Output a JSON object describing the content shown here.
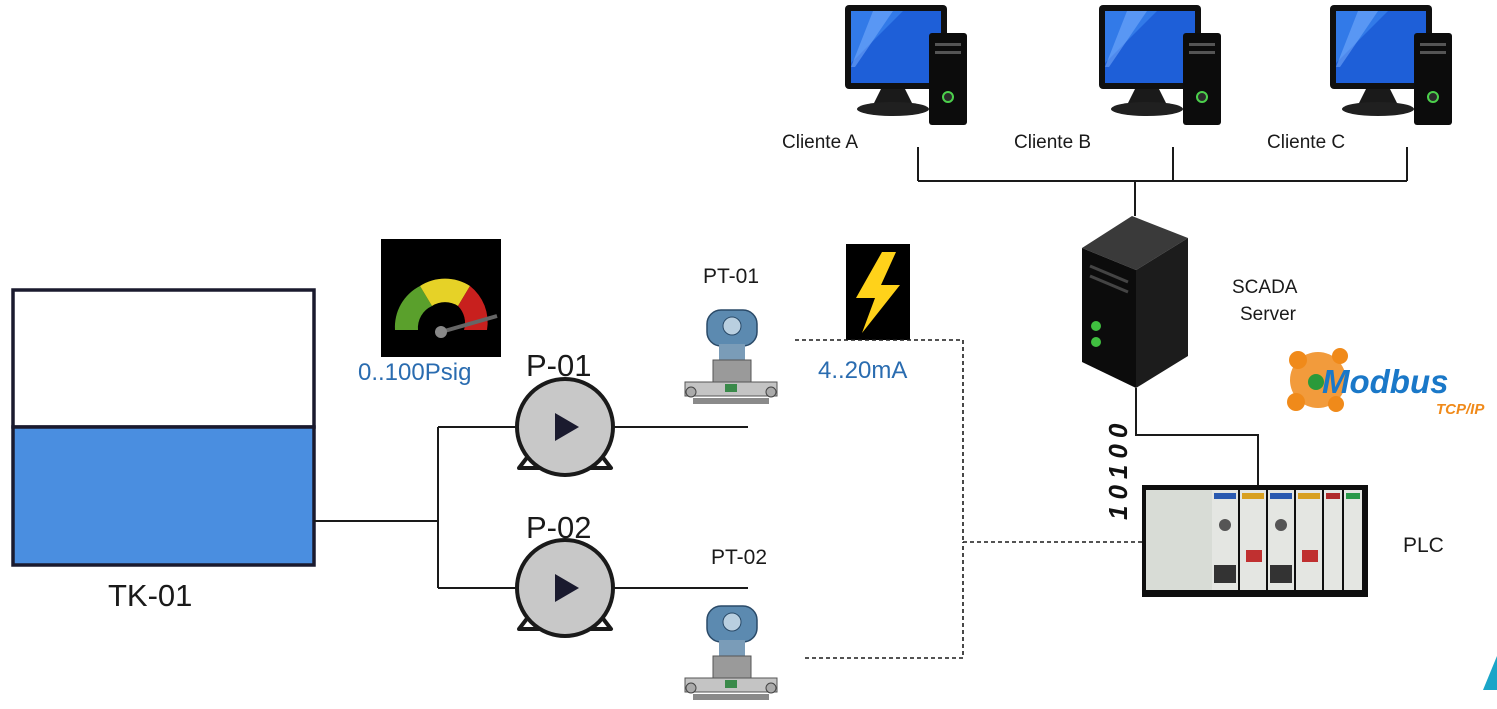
{
  "clients": {
    "a": "Cliente A",
    "b": "Cliente B",
    "c": "Cliente C"
  },
  "server": {
    "line1": "SCADA",
    "line2": "Server"
  },
  "plc": "PLC",
  "protocol": {
    "name": "Modbus",
    "sub": "TCP/IP"
  },
  "bits": "10100",
  "tank": "TK-01",
  "pumps": {
    "p1": "P-01",
    "p2": "P-02"
  },
  "transmitters": {
    "t1": "PT-01",
    "t2": "PT-02"
  },
  "ranges": {
    "pressure": "0..100Psig",
    "signal": "4..20mA"
  },
  "colors": {
    "tank_fill": "#4a8ee0",
    "range_text": "#2a6cb0",
    "pump_body": "#c8c8c8",
    "gauge_green": "#5aa02c",
    "gauge_yellow": "#e6d227",
    "gauge_red": "#c8201e",
    "bolt": "#ffd21a",
    "monitor_blue": "#1e5fd8",
    "modbus_orange": "#f08a1a",
    "modbus_blue": "#1a78c8"
  },
  "icons": {
    "gauge": "pressure-gauge-icon",
    "signal": "lightning-bolt-icon",
    "client": "desktop-computer-icon",
    "server": "server-tower-icon",
    "plc": "plc-rack-icon",
    "pump": "centrifugal-pump-icon",
    "transmitter": "pressure-transmitter-icon"
  }
}
